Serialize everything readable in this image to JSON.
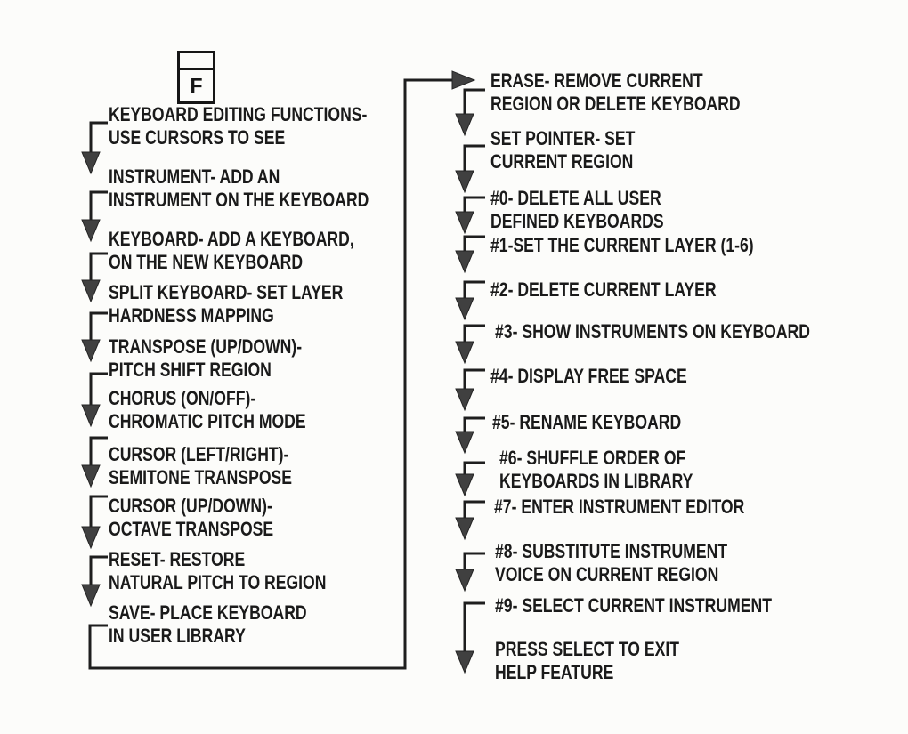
{
  "f_key": {
    "label": "F"
  },
  "colors": {
    "ink": "#1a1a1a",
    "arrow_fill": "#404040",
    "paper": "#fcfcfa"
  },
  "left_column": [
    {
      "text": "KEYBOARD EDITING FUNCTIONS-\nUSE CURSORS TO SEE"
    },
    {
      "text": "INSTRUMENT- ADD AN\nINSTRUMENT ON THE KEYBOARD"
    },
    {
      "text": "KEYBOARD- ADD A KEYBOARD,\nON THE NEW KEYBOARD"
    },
    {
      "text": "SPLIT KEYBOARD- SET LAYER\nHARDNESS MAPPING"
    },
    {
      "text": "TRANSPOSE (UP/DOWN)-\nPITCH SHIFT REGION"
    },
    {
      "text": "CHORUS (ON/OFF)-\nCHROMATIC PITCH MODE"
    },
    {
      "text": "CURSOR (LEFT/RIGHT)-\nSEMITONE TRANSPOSE"
    },
    {
      "text": "CURSOR (UP/DOWN)-\nOCTAVE TRANSPOSE"
    },
    {
      "text": "RESET- RESTORE\nNATURAL PITCH TO REGION"
    },
    {
      "text": "SAVE- PLACE KEYBOARD\nIN USER LIBRARY"
    }
  ],
  "right_column": [
    {
      "text": "ERASE- REMOVE CURRENT\nREGION OR DELETE KEYBOARD"
    },
    {
      "text": "SET POINTER- SET\nCURRENT REGION"
    },
    {
      "text": "#0- DELETE ALL USER\nDEFINED KEYBOARDS"
    },
    {
      "text": "#1-SET THE CURRENT LAYER (1-6)"
    },
    {
      "text": "#2- DELETE CURRENT LAYER"
    },
    {
      "text": "#3- SHOW INSTRUMENTS ON KEYBOARD"
    },
    {
      "text": "#4- DISPLAY FREE SPACE"
    },
    {
      "text": "#5- RENAME KEYBOARD"
    },
    {
      "text": "#6- SHUFFLE ORDER OF\nKEYBOARDS IN LIBRARY"
    },
    {
      "text": "#7- ENTER INSTRUMENT EDITOR"
    },
    {
      "text": "#8- SUBSTITUTE INSTRUMENT\nVOICE ON CURRENT REGION"
    },
    {
      "text": "#9- SELECT CURRENT INSTRUMENT"
    },
    {
      "text": "PRESS SELECT TO EXIT\nHELP FEATURE"
    }
  ]
}
